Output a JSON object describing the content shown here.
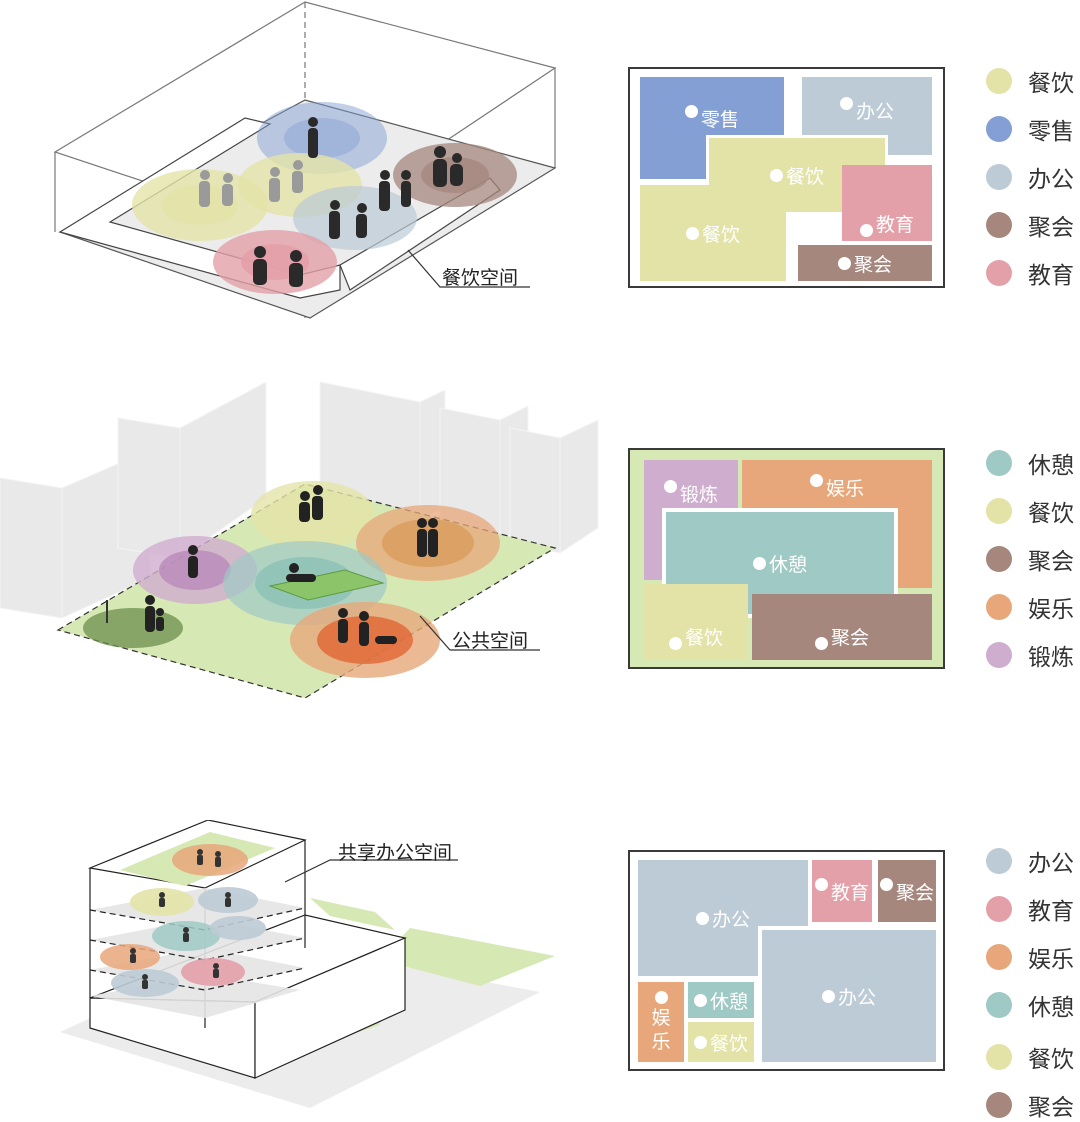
{
  "colors": {
    "dining": "#e3e3a8",
    "retail": "#849fd3",
    "office": "#bccbd5",
    "gathering": "#a5877e",
    "education": "#e4a0a9",
    "rest": "#9fc9c4",
    "entertainment": "#e7a77a",
    "exercise": "#cfadcf",
    "frame": "#3a3a3a"
  },
  "section1": {
    "callout": "餐饮空间",
    "plan": [
      {
        "label": "零售",
        "color": "#849fd3"
      },
      {
        "label": "办公",
        "color": "#bccbd5"
      },
      {
        "label": "餐饮",
        "color": "#e3e3a8"
      },
      {
        "label": "教育",
        "color": "#e4a0a9"
      },
      {
        "label": "餐饮",
        "color": "#e3e3a8"
      },
      {
        "label": "聚会",
        "color": "#a5877e"
      }
    ],
    "legend": [
      {
        "label": "餐饮",
        "color": "#e3e3a8"
      },
      {
        "label": "零售",
        "color": "#849fd3"
      },
      {
        "label": "办公",
        "color": "#bccbd5"
      },
      {
        "label": "聚会",
        "color": "#a5877e"
      },
      {
        "label": "教育",
        "color": "#e4a0a9"
      }
    ]
  },
  "section2": {
    "callout": "公共空间",
    "plan": [
      {
        "label": "锻炼",
        "color": "#cfadcf"
      },
      {
        "label": "娱乐",
        "color": "#e7a77a"
      },
      {
        "label": "休憩",
        "color": "#9fc9c4"
      },
      {
        "label": "餐饮",
        "color": "#e3e3a8"
      },
      {
        "label": "聚会",
        "color": "#a5877e"
      }
    ],
    "legend": [
      {
        "label": "休憩",
        "color": "#9fc9c4"
      },
      {
        "label": "餐饮",
        "color": "#e3e3a8"
      },
      {
        "label": "聚会",
        "color": "#a5877e"
      },
      {
        "label": "娱乐",
        "color": "#e7a77a"
      },
      {
        "label": "锻炼",
        "color": "#cfadcf"
      }
    ]
  },
  "section3": {
    "callout": "共享办公空间",
    "plan": [
      {
        "label": "办公",
        "color": "#bccbd5"
      },
      {
        "label": "教育",
        "color": "#e4a0a9"
      },
      {
        "label": "聚会",
        "color": "#a5877e"
      },
      {
        "label": "办公",
        "color": "#bccbd5"
      },
      {
        "label": "娱",
        "color": "#e7a77a"
      },
      {
        "label": "乐",
        "color": "#e7a77a"
      },
      {
        "label": "休憩",
        "color": "#9fc9c4"
      },
      {
        "label": "餐饮",
        "color": "#e3e3a8"
      }
    ],
    "legend": [
      {
        "label": "办公",
        "color": "#bccbd5"
      },
      {
        "label": "教育",
        "color": "#e4a0a9"
      },
      {
        "label": "娱乐",
        "color": "#e7a77a"
      },
      {
        "label": "休憩",
        "color": "#9fc9c4"
      },
      {
        "label": "餐饮",
        "color": "#e3e3a8"
      },
      {
        "label": "聚会",
        "color": "#a5877e"
      }
    ]
  }
}
